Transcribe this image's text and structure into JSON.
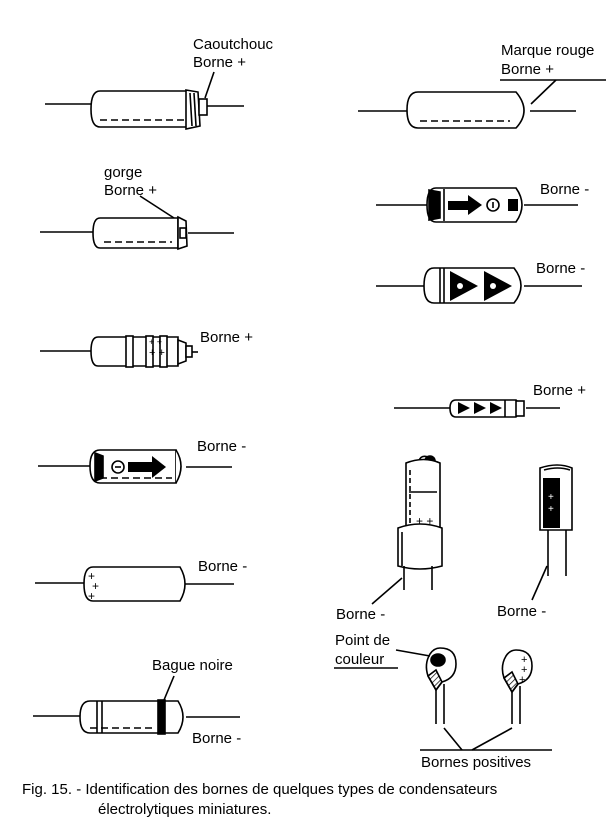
{
  "labels": {
    "caoutchouc": "Caoutchouc",
    "c1_borne": "Borne +",
    "gorge": "gorge",
    "c2_borne": "Borne +",
    "c3_borne": "Borne +",
    "c4_borne": "Borne -",
    "c5_borne": "Borne -",
    "bague_noire": "Bague noire",
    "c6_borne": "Borne -",
    "marque_rouge": "Marque rouge",
    "r1_borne": "Borne +",
    "r2_borne": "Borne -",
    "r3_borne": "Borne -",
    "r4_borne": "Borne +",
    "r5_borne": "Borne -",
    "r6_borne": "Borne -",
    "point_de": "Point de",
    "couleur": "couleur",
    "bornes_positives": "Bornes positives"
  },
  "caption": {
    "line1": "Fig. 15. - Identification des bornes de quelques types de condensateurs",
    "line2": "électrolytiques miniatures."
  }
}
